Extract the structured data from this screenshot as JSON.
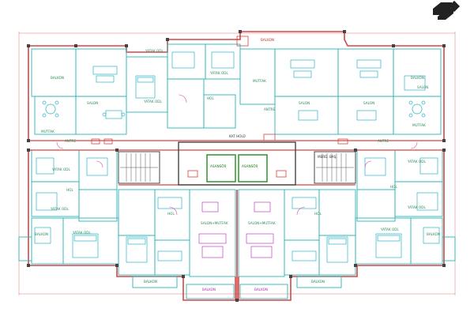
{
  "colors": {
    "outer_wall": "#d64545",
    "inner_wall": "#2bb5b5",
    "furniture": "#28b4c8",
    "core": "#3c9a3c",
    "stair": "#555555",
    "label": "#2e8b57",
    "label_red": "#c0392b",
    "furniture_mag": "#c040c0"
  },
  "logo": {
    "icon": "architect-logo-icon"
  },
  "labels": {
    "balkon_tl": "BALKON",
    "balkon_top": "BALKON",
    "balkon_tr": "BALKON",
    "salon_l": "SALON",
    "salon_r": "SALON",
    "salon_c1": "SALON",
    "salon_c2": "SALON",
    "yatak_tl": "YATAK ODL",
    "yatak_tc": "YATAK ODL",
    "mutfak_tc": "MUTFAK",
    "mutfak_l": "MUTFAK",
    "mutfak_r": "MUTFAK",
    "hol_tc": "HOL",
    "antre_tc": "ANTRE",
    "yatak_tr": "YATAK ODL",
    "antre_l": "ANTRE",
    "antre_r": "ANTRE",
    "kat_hol": "KAT HOLÜ",
    "asansor1": "ASANSÖR",
    "asansor2": "ASANSÖR",
    "merd": "MERD. BAŞ.",
    "yatak_ml": "YATAK ODL",
    "yatak_mr": "YATAK ODL",
    "hol_ml": "HOL",
    "hol_mr": "HOL",
    "yatak_bl": "YATAK ODL",
    "yatak_br": "YATAK ODL",
    "salon_mutfak_l": "SALON+MUTFAK",
    "salon_mutfak_r": "SALON+MUTFAK",
    "hol_bl": "HOL",
    "hol_br": "HOL",
    "balkon_bl": "BALKON",
    "balkon_br": "BALKON",
    "balkon_b1": "BALKON",
    "balkon_b2": "BALKON",
    "balkon_b3": "BALKON",
    "balkon_b4": "BALKON"
  }
}
